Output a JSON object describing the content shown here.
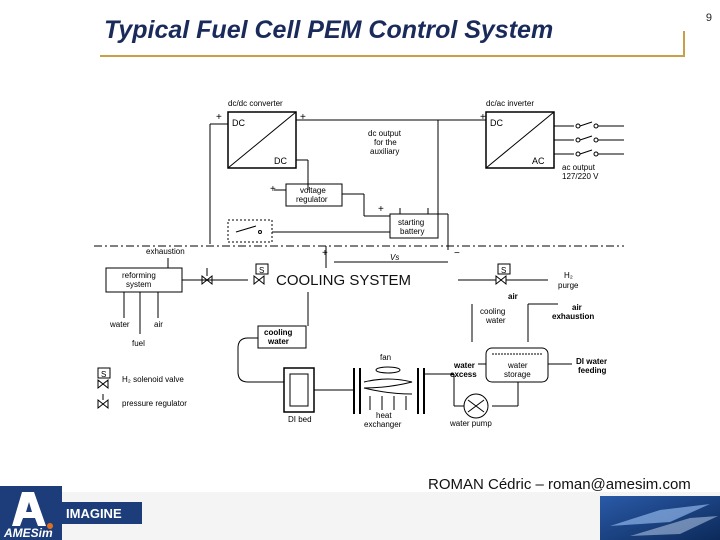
{
  "slide": {
    "title": "Typical Fuel Cell PEM Control System",
    "page_number": "9",
    "footer": "ROMAN Cédric – roman@amesim.com",
    "cooling_label": "COOLING SYSTEM"
  },
  "diagram": {
    "dcdc_converter": "dc/dc converter",
    "dc_top": "DC",
    "dc_bottom": "DC",
    "dc_output_line1": "dc output",
    "dc_output_line2": "for the",
    "dc_output_line3": "auxiliary",
    "dcac_inverter": "dc/ac inverter",
    "ac_dc": "DC",
    "ac_ac": "AC",
    "ac_output_line1": "ac output",
    "ac_output_line2": "127/220 V",
    "voltage_regulator_line1": "voltage",
    "voltage_regulator_line2": "regulator",
    "starting_battery_line1": "starting",
    "starting_battery_line2": "battery",
    "exhaustion": "exhaustion",
    "reforming_line1": "reforming",
    "reforming_line2": "system",
    "water": "water",
    "air": "air",
    "fuel": "fuel",
    "vs": "Vs",
    "h2_purge_line1": "H₂",
    "h2_purge_line2": "purge",
    "air_in": "air",
    "cooling_water_top_line1": "cooling",
    "cooling_water_top_line2": "water",
    "air_exhaustion_line1": "air",
    "air_exhaustion_line2": "exhaustion",
    "cooling_water_left_line1": "cooling",
    "cooling_water_left_line2": "water",
    "fan": "fan",
    "water_excess_line1": "water",
    "water_excess_line2": "excess",
    "water_storage_line1": "water",
    "water_storage_line2": "storage",
    "di_water_feeding_line1": "DI water",
    "di_water_feeding_line2": "feeding",
    "h2_solenoid": "H₂ solenoid valve",
    "pressure_regulator": "pressure regulator",
    "di_bed": "DI bed",
    "heat_exchanger_line1": "heat",
    "heat_exchanger_line2": "exchanger",
    "water_pump": "water pump"
  },
  "logos": {
    "amesim": "AMESim",
    "imagine": "IMAGINE"
  },
  "colors": {
    "title": "#1a2a5a",
    "rule": "#c8a048"
  }
}
